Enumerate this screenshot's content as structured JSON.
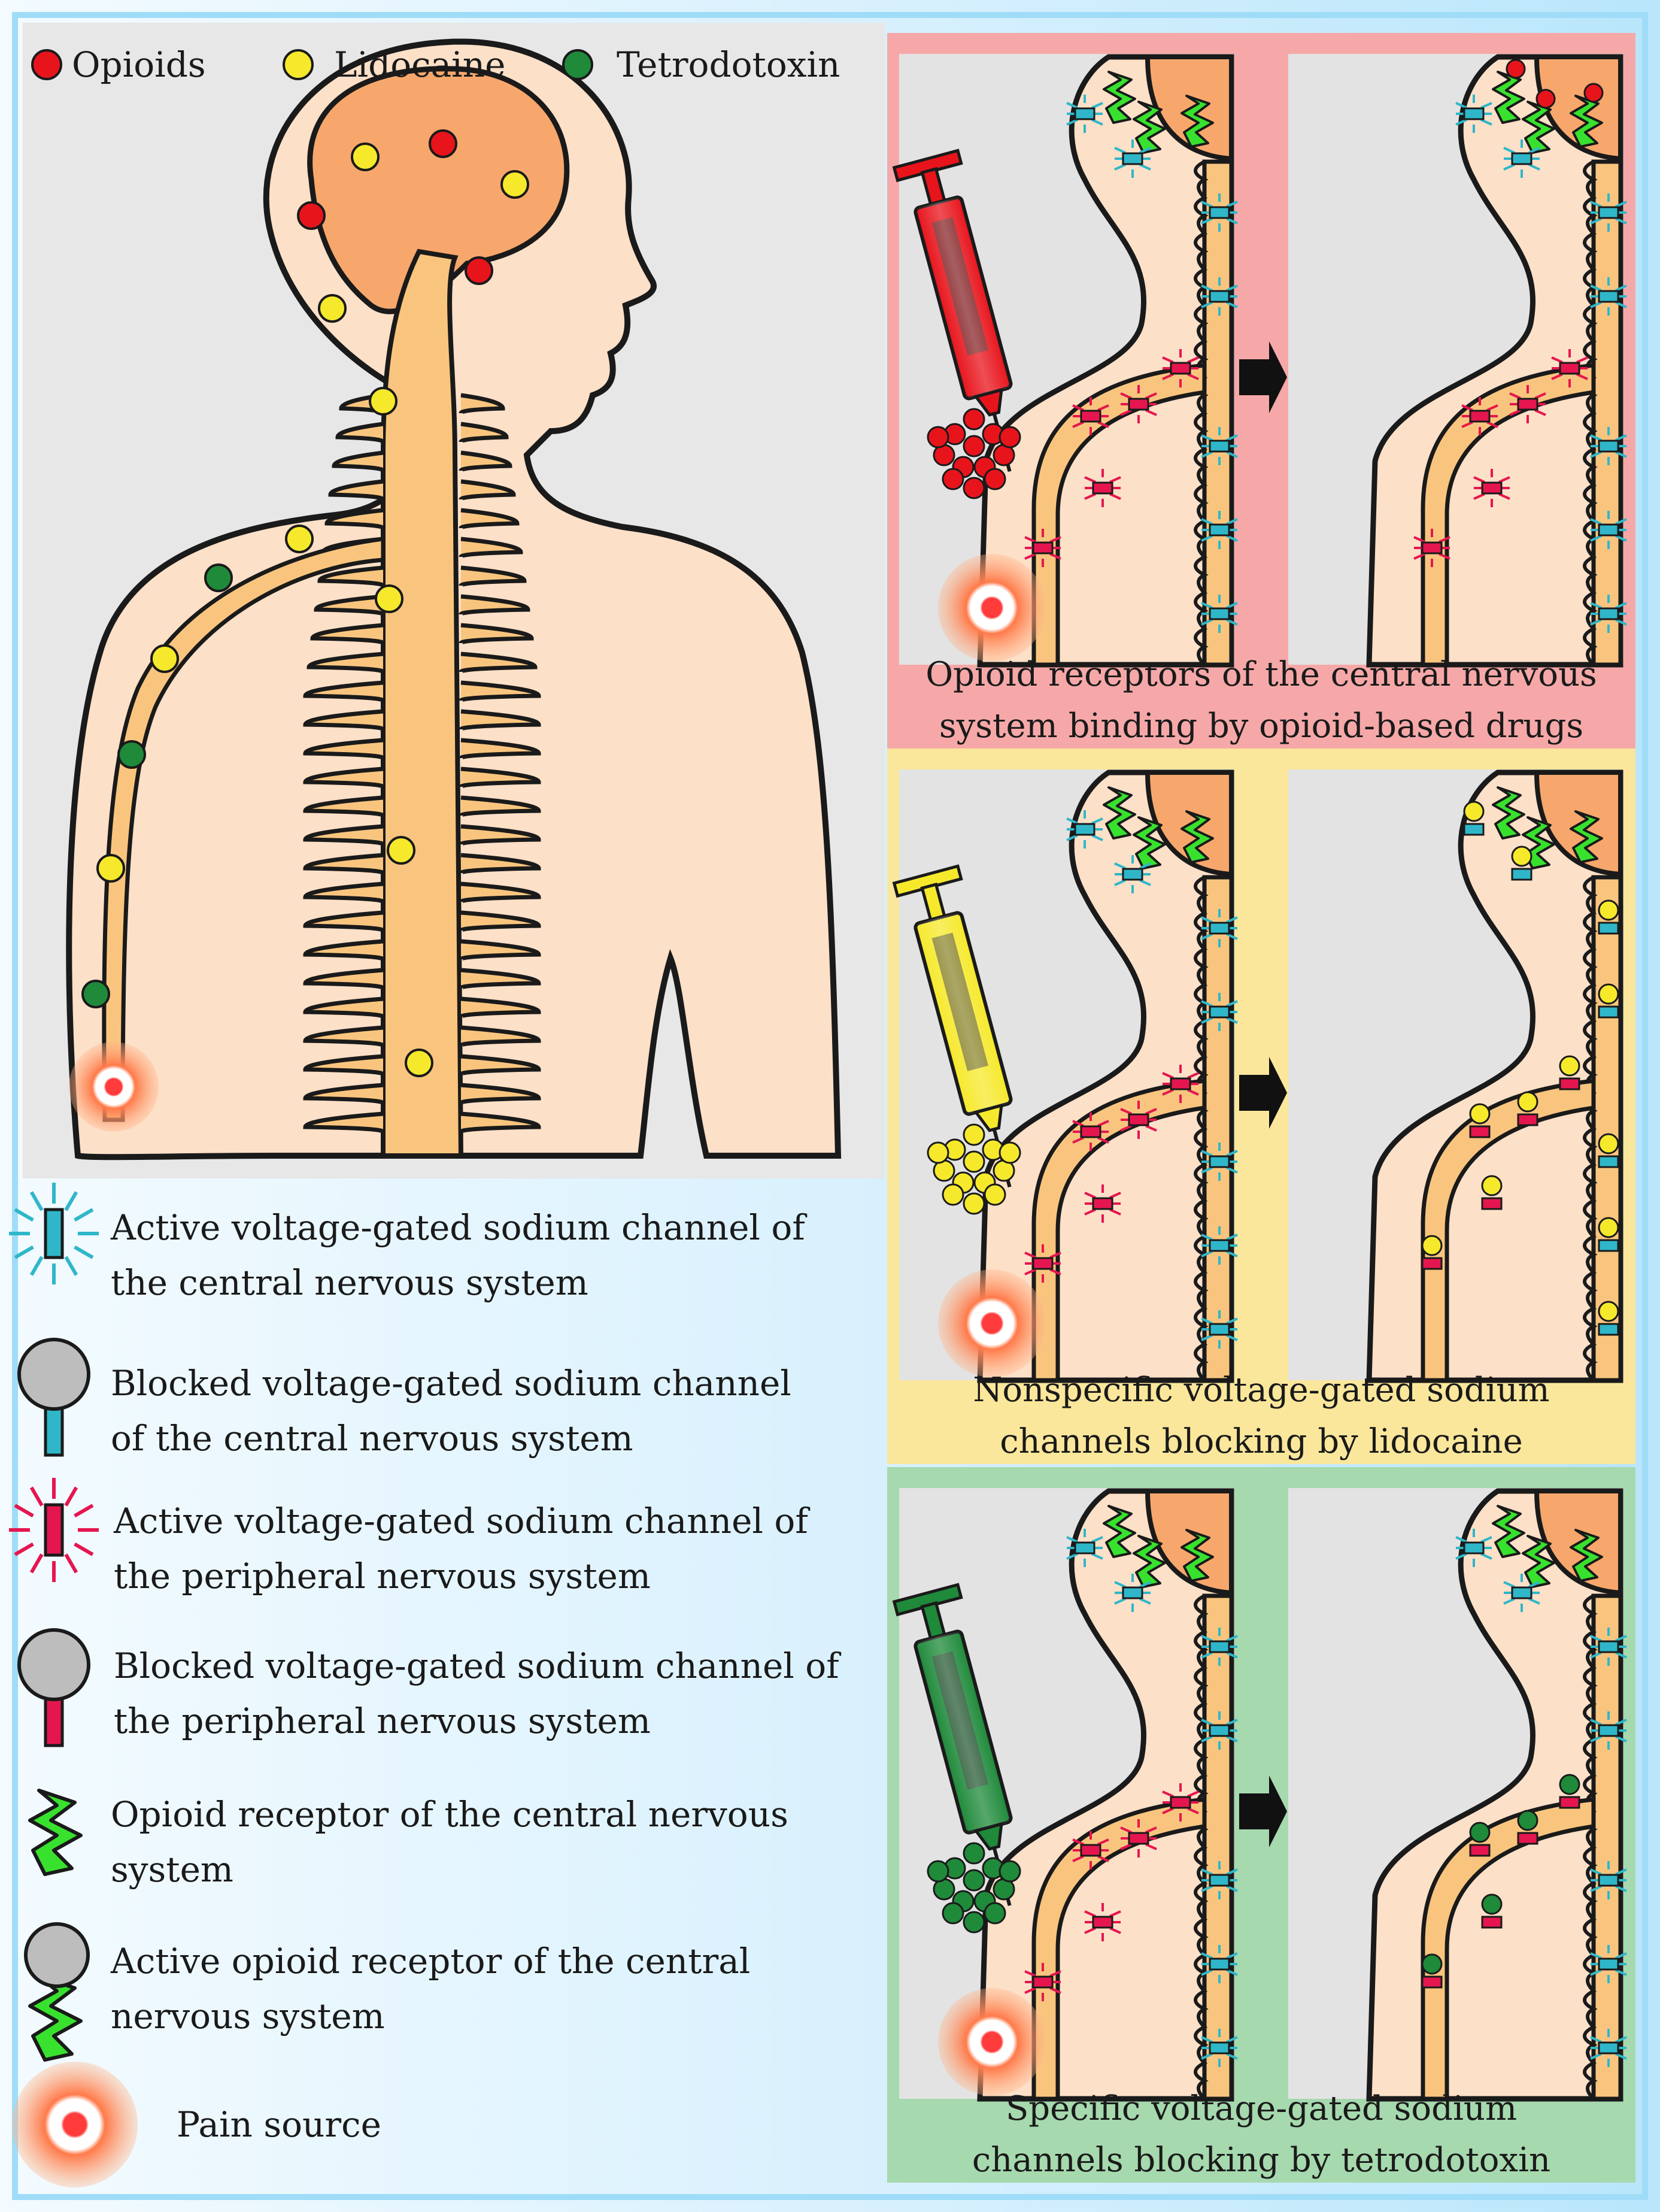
{
  "top_legend": {
    "opioids": "Opioids",
    "lidocaine": "Lidocaine",
    "tetrodotoxin": "Tetrodotoxin"
  },
  "legend": {
    "active_cns_channel": [
      "Active voltage-gated sodium channel of",
      "the central nervous system"
    ],
    "blocked_cns_channel": [
      "Blocked voltage-gated sodium channel",
      "of the central nervous system"
    ],
    "active_pns_channel": [
      "Active voltage-gated sodium channel of",
      "the peripheral nervous system"
    ],
    "blocked_pns_channel": [
      "Blocked voltage-gated sodium channel of",
      "the peripheral nervous system"
    ],
    "opioid_receptor": [
      "Opioid receptor of the central nervous",
      "system"
    ],
    "active_opioid_receptor": [
      "Active opioid receptor of the central",
      "nervous system"
    ],
    "pain_source": "Pain source"
  },
  "panels": [
    {
      "caption": [
        "Opioid receptors of the central nervous",
        "system binding by opioid-based drugs"
      ],
      "drug": "opioid"
    },
    {
      "caption": [
        "Nonspecific voltage-gated sodium",
        "channels blocking by lidocaine"
      ],
      "drug": "lidocaine"
    },
    {
      "caption": [
        "Specific voltage-gated sodium",
        "channels blocking by tetrodotoxin"
      ],
      "drug": "tetrodotoxin"
    }
  ],
  "colors": {
    "opioid": "#e8141c",
    "lidocaine": "#f6e92c",
    "tetrodotoxin": "#1f8a3a",
    "cns_channel": "#2fb7c9",
    "pns_channel": "#e5164f",
    "receptor": "#38e12e",
    "skin": "#fde0c8",
    "brain": "#f7a76c",
    "nerve": "#f9c57e",
    "panel_red": "#f6a8a8",
    "panel_yellow": "#fbe79b",
    "panel_green": "#a6d9ae"
  }
}
